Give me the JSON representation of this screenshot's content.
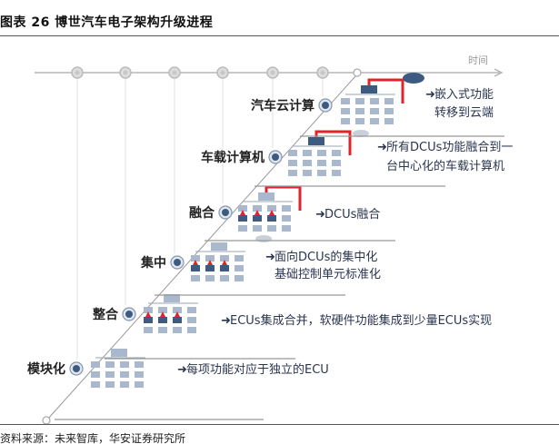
{
  "header": {
    "title": "图表 26  博世汽车电子架构升级进程"
  },
  "diagram": {
    "axis_label": "时间",
    "stages": [
      {
        "name": "模块化",
        "desc": [
          "每项功能对应于独立的ECU"
        ]
      },
      {
        "name": "整合",
        "desc": [
          "ECUs集成合并，软硬件功能集成到少量ECUs实现"
        ]
      },
      {
        "name": "集中",
        "desc": [
          "面向DCUs的集中化",
          "基础控制单元标准化"
        ]
      },
      {
        "name": "融合",
        "desc": [
          "DCUs融合"
        ]
      },
      {
        "name": "车载计算机",
        "desc": [
          "所有DCUs功能融合到一",
          "台中心化的车载计算机"
        ]
      },
      {
        "name": "汽车云计算",
        "desc": [
          "嵌入式功能",
          "转移到云端"
        ]
      }
    ],
    "colors": {
      "node": "#3d5a80",
      "box": "#a9b8cc",
      "highlight": "#e0242b",
      "line": "#b5b5b5"
    }
  },
  "footer": {
    "source": "资料来源：未来智库，华安证券研究所"
  }
}
